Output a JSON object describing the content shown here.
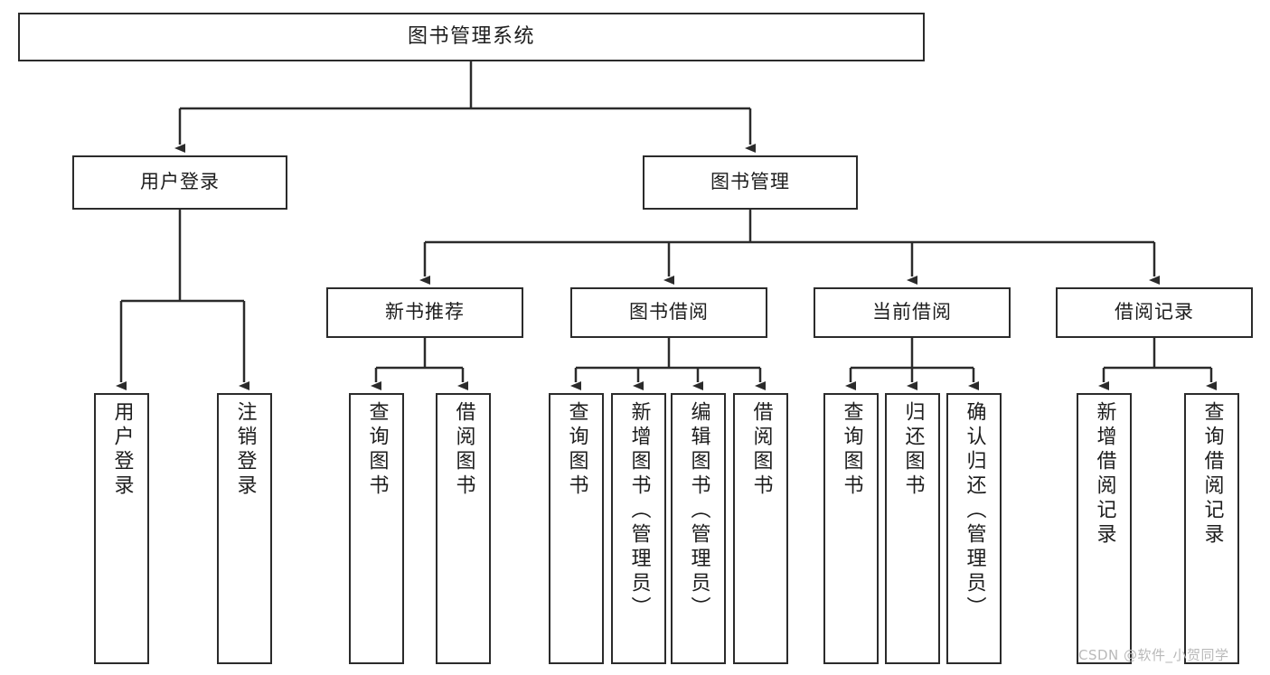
{
  "diagram": {
    "title": "图书管理系统",
    "watermark": "CSDN @软件_小贺同学",
    "colors": {
      "background": "#ffffff",
      "border": "#2b2b2b",
      "text": "#1d1d1d",
      "wire": "#2b2b2b",
      "watermark": "#b9b9b9"
    },
    "root": {
      "label": "图书管理系统"
    },
    "level2": [
      {
        "label": "用户登录"
      },
      {
        "label": "图书管理"
      }
    ],
    "level3": [
      {
        "label": "新书推荐"
      },
      {
        "label": "图书借阅"
      },
      {
        "label": "当前借阅"
      },
      {
        "label": "借阅记录"
      }
    ],
    "leaves": {
      "user_login": [
        {
          "label": "用户登录"
        },
        {
          "label": "注销登录"
        }
      ],
      "new_book_recommend": [
        {
          "label": "查询图书"
        },
        {
          "label": "借阅图书"
        }
      ],
      "book_borrow": [
        {
          "label": "查询图书"
        },
        {
          "label": "新增图书（管理员）"
        },
        {
          "label": "编辑图书（管理员）"
        },
        {
          "label": "借阅图书"
        }
      ],
      "current_borrow": [
        {
          "label": "查询图书"
        },
        {
          "label": "归还图书"
        },
        {
          "label": "确认归还（管理员）"
        }
      ],
      "borrow_record": [
        {
          "label": "新增借阅记录"
        },
        {
          "label": "查询借阅记录"
        }
      ]
    }
  },
  "chart_data": {
    "type": "tree",
    "title": "图书管理系统",
    "orientation": "top-down",
    "nodes": [
      {
        "id": "root",
        "label": "图书管理系统",
        "level": 0,
        "parent": null
      },
      {
        "id": "login",
        "label": "用户登录",
        "level": 1,
        "parent": "root"
      },
      {
        "id": "bookmgmt",
        "label": "图书管理",
        "level": 1,
        "parent": "root"
      },
      {
        "id": "recommend",
        "label": "新书推荐",
        "level": 2,
        "parent": "bookmgmt"
      },
      {
        "id": "borrow",
        "label": "图书借阅",
        "level": 2,
        "parent": "bookmgmt"
      },
      {
        "id": "current",
        "label": "当前借阅",
        "level": 2,
        "parent": "bookmgmt"
      },
      {
        "id": "record",
        "label": "借阅记录",
        "level": 2,
        "parent": "bookmgmt"
      },
      {
        "id": "login_1",
        "label": "用户登录",
        "level": 2,
        "parent": "login"
      },
      {
        "id": "login_2",
        "label": "注销登录",
        "level": 2,
        "parent": "login"
      },
      {
        "id": "rec_1",
        "label": "查询图书",
        "level": 3,
        "parent": "recommend"
      },
      {
        "id": "rec_2",
        "label": "借阅图书",
        "level": 3,
        "parent": "recommend"
      },
      {
        "id": "bor_1",
        "label": "查询图书",
        "level": 3,
        "parent": "borrow"
      },
      {
        "id": "bor_2",
        "label": "新增图书（管理员）",
        "level": 3,
        "parent": "borrow"
      },
      {
        "id": "bor_3",
        "label": "编辑图书（管理员）",
        "level": 3,
        "parent": "borrow"
      },
      {
        "id": "bor_4",
        "label": "借阅图书",
        "level": 3,
        "parent": "borrow"
      },
      {
        "id": "cur_1",
        "label": "查询图书",
        "level": 3,
        "parent": "current"
      },
      {
        "id": "cur_2",
        "label": "归还图书",
        "level": 3,
        "parent": "current"
      },
      {
        "id": "cur_3",
        "label": "确认归还（管理员）",
        "level": 3,
        "parent": "current"
      },
      {
        "id": "rcd_1",
        "label": "新增借阅记录",
        "level": 3,
        "parent": "record"
      },
      {
        "id": "rcd_2",
        "label": "查询借阅记录",
        "level": 3,
        "parent": "record"
      }
    ]
  }
}
